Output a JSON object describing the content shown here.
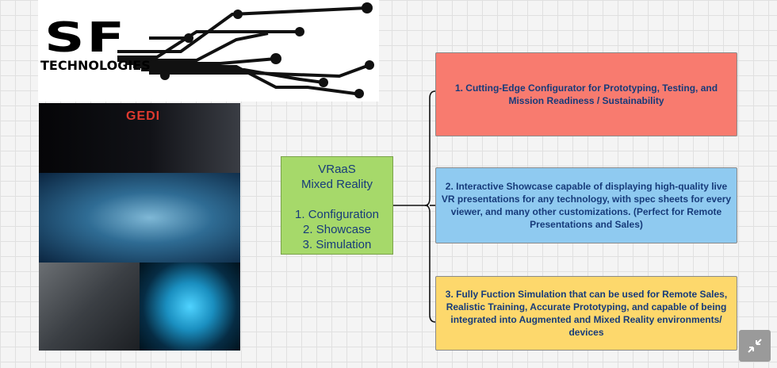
{
  "logo": {
    "title": "SF",
    "subtitle": "TECHNOLOGIES"
  },
  "photo": {
    "brand_text": "GEDI"
  },
  "center_node": {
    "line1": "VRaaS",
    "line2": "Mixed Reality",
    "item1": "1. Configuration",
    "item2": "2. Showcase",
    "item3": "3. Simulation",
    "color": "#a6d96a"
  },
  "branches": [
    {
      "text": "1. Cutting-Edge Configurator for Prototyping, Testing, and Mission Readiness / Sustainability",
      "color": "#f87b6f"
    },
    {
      "text": "2. Interactive Showcase capable of displaying high-quality live VR presentations for any technology, with spec sheets for every viewer, and many other customizations. (Perfect for Remote Presentations and Sales)",
      "color": "#8fcaf0"
    },
    {
      "text": "3. Fully Fuction Simulation that can be used for Remote Sales, Realistic Training, Accurate Prototyping,  and capable of being integrated into Augmented and Mixed Reality environments/ devices",
      "color": "#fdd86c"
    }
  ],
  "controls": {
    "expand_icon": "collapse-arrows-icon"
  }
}
